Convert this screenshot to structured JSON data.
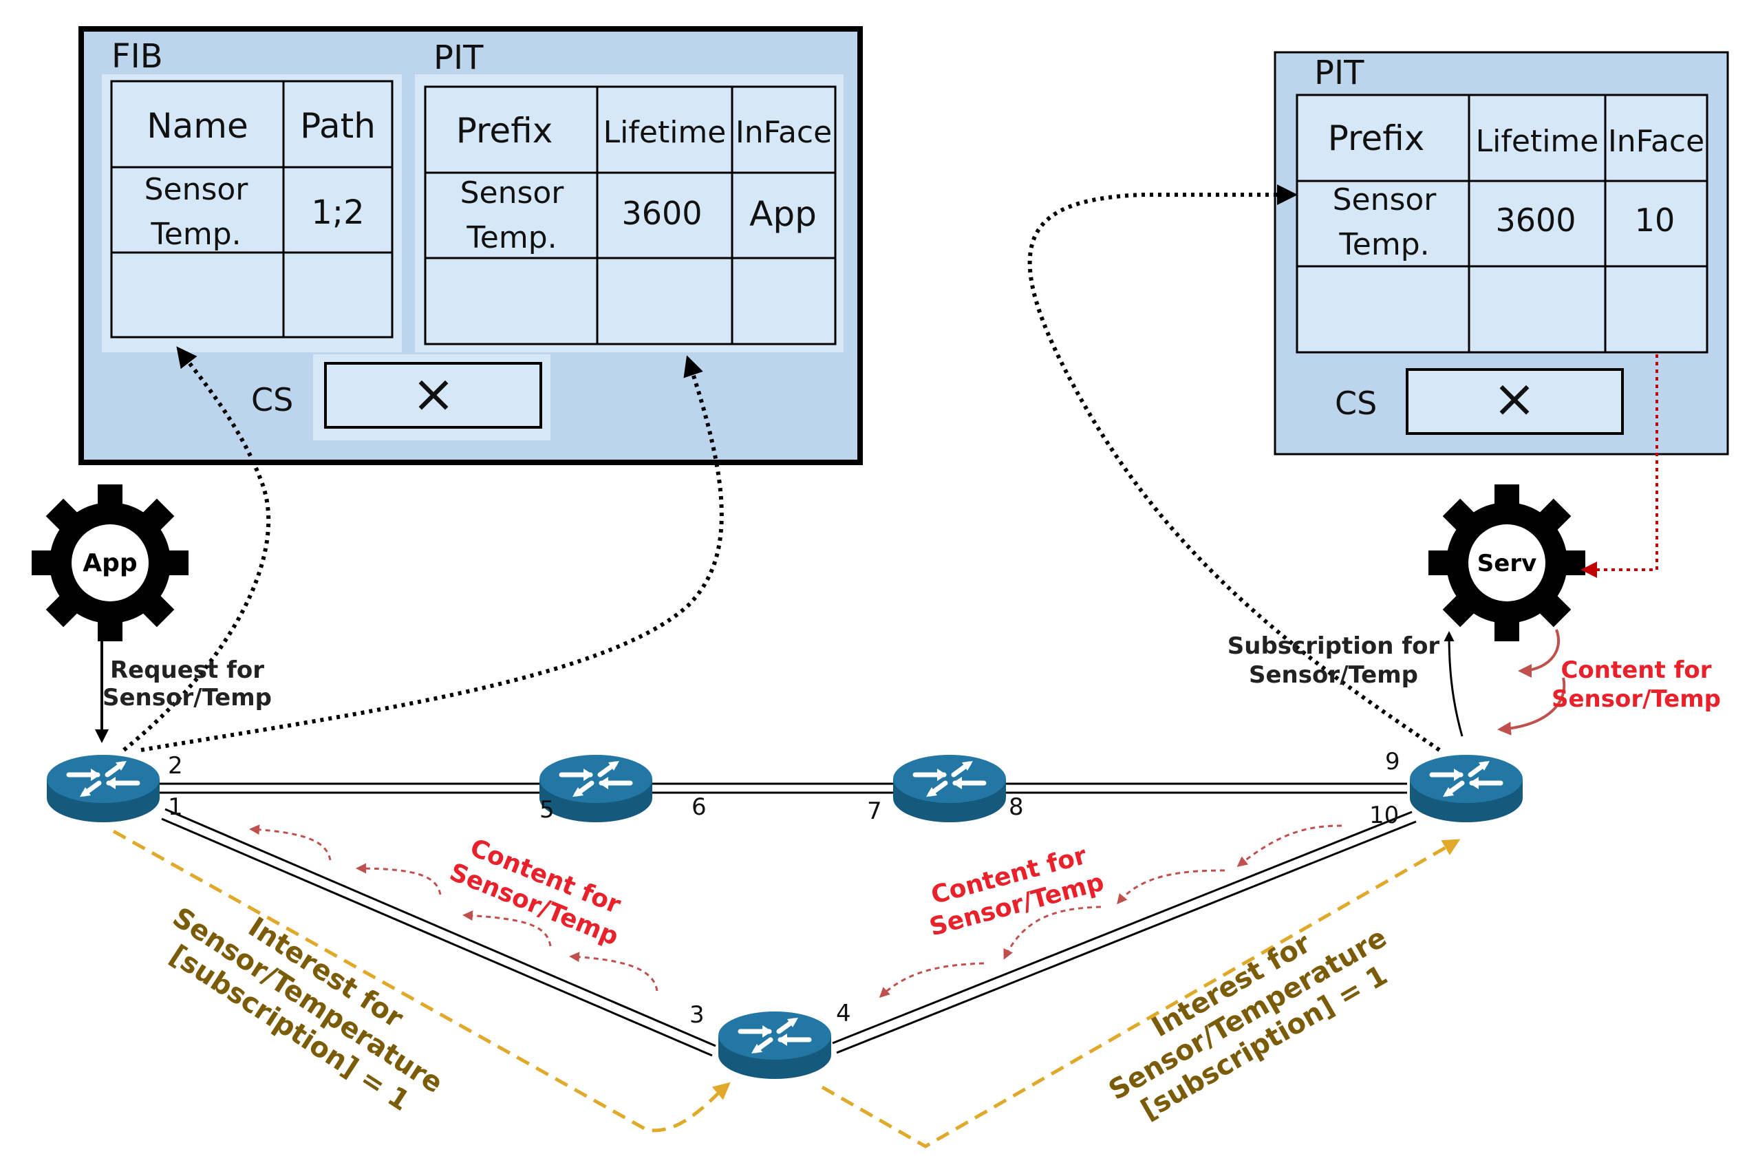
{
  "left_node": {
    "fib": {
      "title": "FIB",
      "headers": [
        "Name",
        "Path"
      ],
      "row": [
        "Sensor",
        "Temp.",
        "1;2"
      ]
    },
    "pit": {
      "title": "PIT",
      "headers": [
        "Prefix",
        "Lifetime",
        "InFace"
      ],
      "row": [
        "Sensor",
        "Temp.",
        "3600",
        "App"
      ]
    },
    "cs": {
      "title": "CS",
      "mark": "×"
    }
  },
  "right_node": {
    "pit": {
      "title": "PIT",
      "headers": [
        "Prefix",
        "Lifetime",
        "InFace"
      ],
      "row": [
        "Sensor",
        "Temp.",
        "3600",
        "10"
      ]
    },
    "cs": {
      "title": "CS",
      "mark": "×"
    }
  },
  "gears": {
    "app": "App",
    "serv": "Serv"
  },
  "ports": [
    "2",
    "1",
    "5",
    "6",
    "7",
    "8",
    "9",
    "10",
    "3",
    "4"
  ],
  "labels": {
    "request": [
      "Request for",
      "Sensor/Temp"
    ],
    "subscription": [
      "Subscription for",
      "Sensor/Temp"
    ],
    "content_serv": [
      "Content for",
      "Sensor/Temp"
    ],
    "content_left": [
      "Content for",
      "Sensor/Temp"
    ],
    "content_right": [
      "Content for",
      "Sensor/Temp"
    ],
    "interest_left": [
      "Interest for",
      "Sensor/Temperature",
      "[subscription] = 1"
    ],
    "interest_right": [
      "Interest for",
      "Sensor/Temperature",
      "[subscription] = 1"
    ]
  },
  "colors": {
    "panel_fill": "#bcd5ec",
    "cell_fill": "#d6e8f7",
    "router": "#1b6a93",
    "red_text": "#e8212b",
    "olive_text": "#7a5c08",
    "interest_line": "#e0a92a",
    "content_arrow": "#c0504d"
  }
}
